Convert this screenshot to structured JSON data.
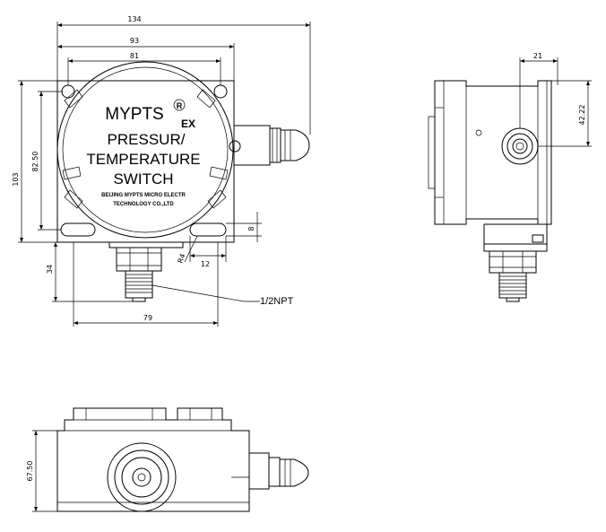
{
  "front_view": {
    "brand": "MYPTS",
    "registered_mark": "R",
    "ex_mark": "EX",
    "title_line1": "PRESSUR/",
    "title_line2": "TEMPERATURE",
    "title_line3": "SWITCH",
    "company_line1": "BEIJING MYPTS MICRO ELECTR",
    "company_line2": "TECHNOLOGY CO.,LTD",
    "dim_overall_width": "134",
    "dim_body_width": "93",
    "dim_hole_spacing": "81",
    "dim_overall_height": "103",
    "dim_hole_height": "82.50",
    "dim_fitting_length": "34",
    "dim_slot_width": "8",
    "dim_radius": "R4",
    "dim_slot_offset": "12",
    "dim_base_width": "79",
    "thread_label": "1/2NPT"
  },
  "side_view": {
    "dim_top": "21",
    "dim_height": "42.22"
  },
  "bottom_view": {
    "dim_depth": "67.50"
  }
}
